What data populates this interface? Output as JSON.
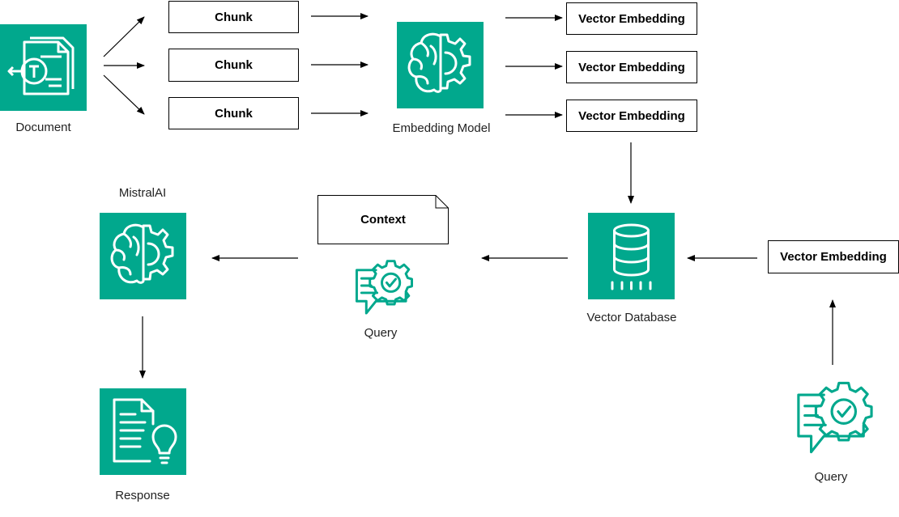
{
  "diagram": {
    "document": {
      "label": "Document",
      "icon": "document-search-icon"
    },
    "chunks": [
      "Chunk",
      "Chunk",
      "Chunk"
    ],
    "embedding_model": {
      "label": "Embedding Model",
      "icon": "brain-gear-icon"
    },
    "vector_embeddings": [
      "Vector Embedding",
      "Vector Embedding",
      "Vector Embedding"
    ],
    "vector_database": {
      "label": "Vector Database",
      "icon": "database-icon"
    },
    "query_embedding": {
      "label": "Vector Embedding"
    },
    "user_query": {
      "label": "Query",
      "icon": "chat-gear-check-icon"
    },
    "context": {
      "label": "Context"
    },
    "context_query": {
      "label": "Query",
      "icon": "chat-gear-check-icon"
    },
    "llm": {
      "label": "MistralAI",
      "icon": "brain-gear-icon"
    },
    "response": {
      "label": "Response",
      "icon": "document-lightbulb-icon"
    },
    "colors": {
      "icon_tile": "#01a88d",
      "icon_line": "#ffffff",
      "outline_icon": "#01a88d",
      "arrow": "#000000"
    }
  }
}
